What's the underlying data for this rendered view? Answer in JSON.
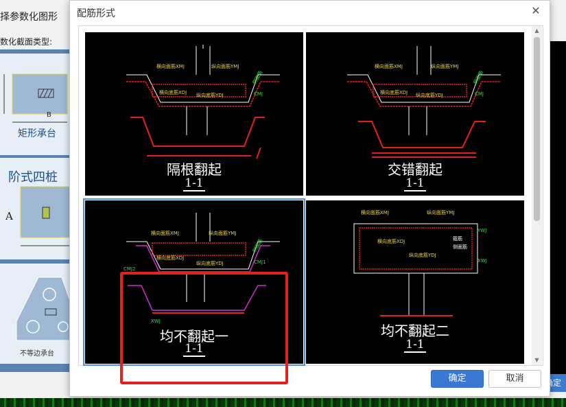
{
  "background": {
    "title": "择参数化图形",
    "section_label": "数化截面类型:",
    "cards": [
      {
        "label": "矩形承台",
        "dim_label": "B"
      },
      {
        "label": "阶式四桩",
        "dim_label": "A"
      },
      {
        "label": "不等边承台"
      }
    ],
    "right_button_label": "确定"
  },
  "dialog": {
    "title": "配筋形式",
    "close_icon": "close-icon",
    "options": [
      {
        "title": "隔根翻起",
        "subtitle": "1-1",
        "selected": false
      },
      {
        "title": "交错翻起",
        "subtitle": "1-1",
        "selected": false
      },
      {
        "title": "均不翻起一",
        "subtitle": "1-1",
        "selected": true
      },
      {
        "title": "均不翻起二",
        "subtitle": "1-1",
        "selected": false
      }
    ],
    "drawing_labels": {
      "transverse_top": "横向面筋XMJ",
      "longitudinal_top": "纵向面筋YMJ",
      "transverse_bottom": "横向底筋XDJ",
      "longitudinal_bottom": "纵向底筋YDJ",
      "cmj": "CMJ",
      "cmj1": "CMJ1",
      "cmj2": "CMJ2",
      "ywj": "YWJ",
      "xwj": "XWJ",
      "xmj": "XMJ",
      "xwj_short": "XWJ",
      "side_bar": "侧面筋",
      "stirrup": "箍筋"
    },
    "ok_label": "确定",
    "cancel_label": "取消",
    "accent_color": "#3a78d4",
    "highlight_color": "#e0231f"
  }
}
